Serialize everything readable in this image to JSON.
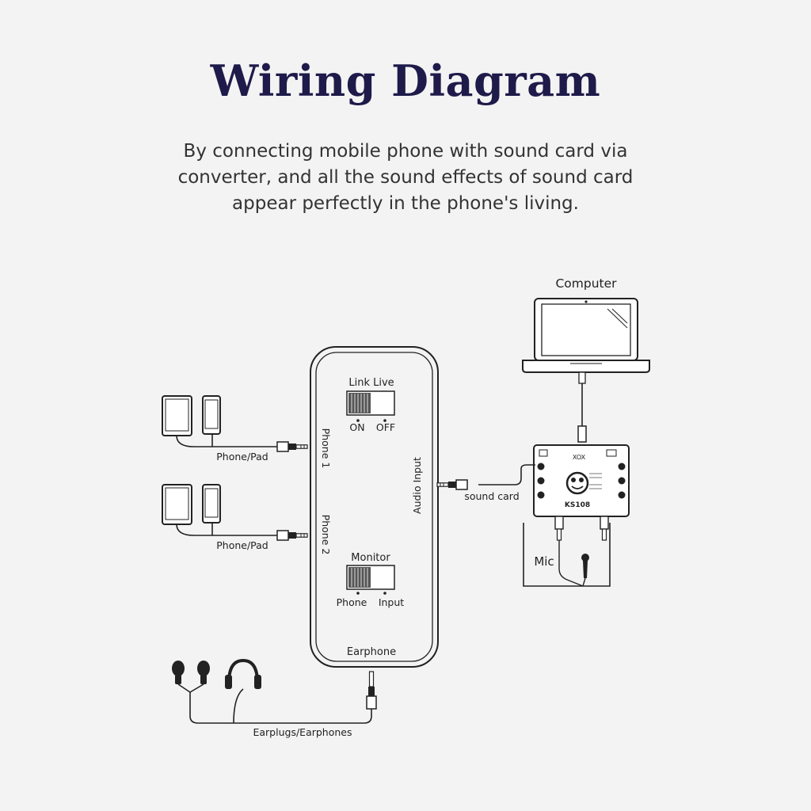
{
  "header": {
    "title": "Wiring Diagram",
    "subtitle": "By connecting mobile phone with sound card via converter, and all the sound effects of sound card appear perfectly in the phone's living."
  },
  "devices": {
    "computer_label": "Computer",
    "phone_pad_label_1": "Phone/Pad",
    "phone_pad_label_2": "Phone/Pad",
    "sound_card_label": "sound card",
    "mic_label": "Mic",
    "earplugs_label": "Earplugs/Earphones",
    "soundcard_brand": "XOX",
    "soundcard_model": "KS108"
  },
  "converter": {
    "link_live_label": "Link Live",
    "on_label": "ON",
    "off_label": "OFF",
    "phone1_label": "Phone 1",
    "phone2_label": "Phone 2",
    "audio_input_label": "Audio Input",
    "monitor_label": "Monitor",
    "phone_label": "Phone",
    "input_label": "Input",
    "earphone_label": "Earphone"
  },
  "colors": {
    "title": "#1e1a4a",
    "background": "#f3f3f3",
    "line": "#222222"
  }
}
